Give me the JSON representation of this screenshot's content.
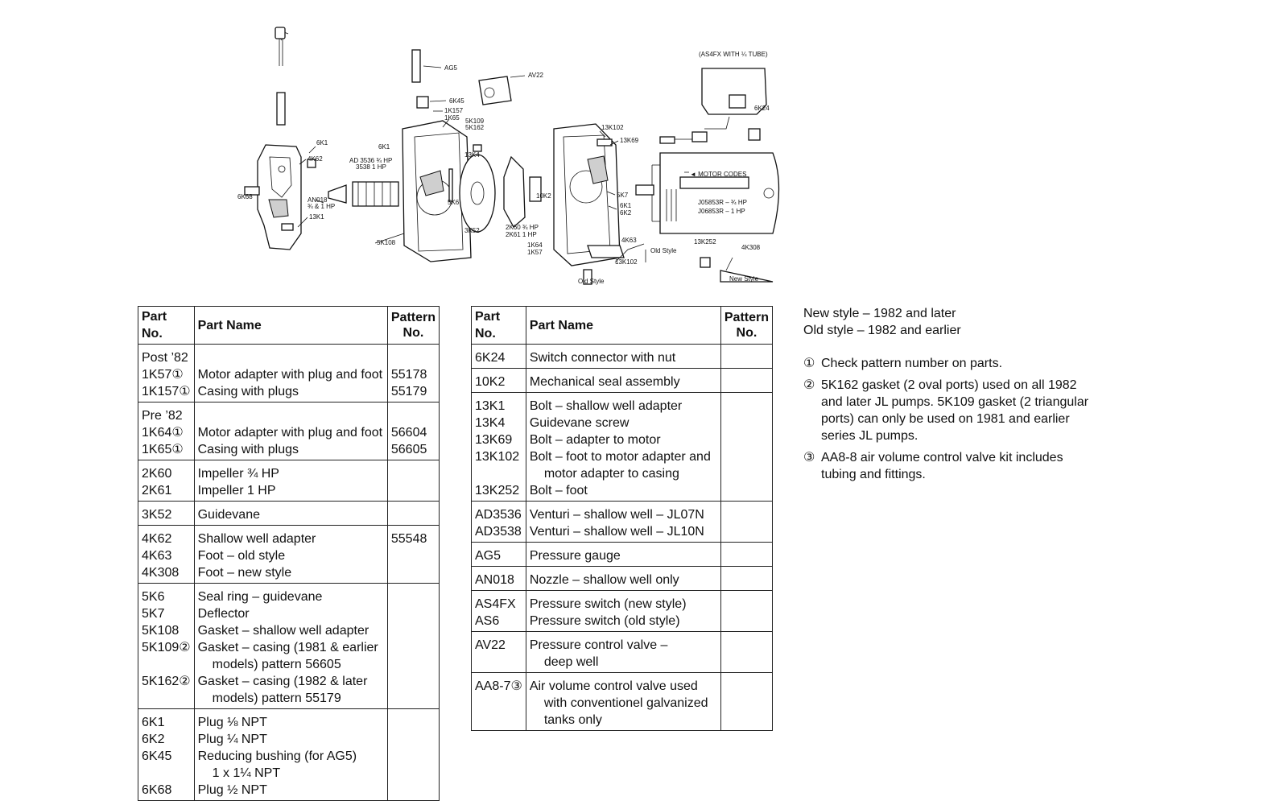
{
  "diagram": {
    "labels": {
      "as4fx": "(AS4FX WITH ¼ TUBE)",
      "ag5": "AG5",
      "av22": "AV22",
      "k6_45": "6K45",
      "k1_157": "1K157",
      "k1_65": "1K65",
      "k5_109": "5K109",
      "k5_162": "5K162",
      "k6_24": "6K24",
      "k13_102a": "13K102",
      "k13_69": "13K69",
      "k6_1a": "6K1",
      "k4_62": "4K62",
      "ad3536": "AD 3536 ¾ HP",
      "ad3538": "3538 1 HP",
      "k6_1b": "6K1",
      "k13_4": "13K4",
      "motor_codes": "◄ MOTOR CODES",
      "k6_68": "6K68",
      "an018": "AN018",
      "an018b": "¾ & 1 HP",
      "k5_6": "5K6",
      "k10_2": "10K2",
      "k5_7": "5K7",
      "j05": "J05853R – ¾ HP",
      "j06": "J06853R – 1 HP",
      "k6_1c": "6K1",
      "k6_2": "6K2",
      "k13_1": "13K1",
      "k2_60": "2K60 ¾ HP",
      "k2_61": "2K61 1 HP",
      "k3_52": "3K52",
      "k5_108": "5K108",
      "k1_64": "1K64",
      "k1_57": "1K57",
      "k4_63": "4K63",
      "old_style_a": "Old Style",
      "k13_102b": "13K102",
      "k13_252": "13K252",
      "k4_308": "4K308",
      "old_style_b": "Old Style",
      "new_style": "New Style"
    }
  },
  "table_left": {
    "headers": {
      "part_no": "Part No.",
      "part_name": "Part Name",
      "pattern_1": "Pattern",
      "pattern_2": "No."
    },
    "groups": [
      {
        "rows": [
          {
            "no": "Post ’82",
            "name": "",
            "pattern": ""
          },
          {
            "no": "1K57①",
            "name": "Motor adapter with plug and foot",
            "pattern": "55178"
          },
          {
            "no": "1K157①",
            "name": "Casing with plugs",
            "pattern": "55179"
          }
        ]
      },
      {
        "rows": [
          {
            "no": "Pre ’82",
            "name": "",
            "pattern": ""
          },
          {
            "no": "1K64①",
            "name": "Motor adapter with plug and foot",
            "pattern": "56604"
          },
          {
            "no": "1K65①",
            "name": "Casing with plugs",
            "pattern": "56605"
          }
        ]
      },
      {
        "rows": [
          {
            "no": "2K60",
            "name": "Impeller ¾ HP",
            "pattern": ""
          },
          {
            "no": "2K61",
            "name": "Impeller 1 HP",
            "pattern": ""
          }
        ]
      },
      {
        "rows": [
          {
            "no": "3K52",
            "name": "Guidevane",
            "pattern": ""
          }
        ]
      },
      {
        "rows": [
          {
            "no": "4K62",
            "name": "Shallow well adapter",
            "pattern": "55548"
          },
          {
            "no": "4K63",
            "name": "Foot – old style",
            "pattern": ""
          },
          {
            "no": "4K308",
            "name": "Foot – new style",
            "pattern": ""
          }
        ]
      },
      {
        "rows": [
          {
            "no": "5K6",
            "name": "Seal ring – guidevane",
            "pattern": ""
          },
          {
            "no": "5K7",
            "name": "Deflector",
            "pattern": ""
          },
          {
            "no": "5K108",
            "name": "Gasket – shallow well adapter",
            "pattern": ""
          },
          {
            "no": "5K109②",
            "name": "Gasket – casing (1981 & earlier",
            "pattern": ""
          },
          {
            "no": "",
            "name": "models) pattern 56605",
            "pattern": "",
            "indent": true
          },
          {
            "no": "5K162②",
            "name": "Gasket – casing (1982 & later",
            "pattern": ""
          },
          {
            "no": "",
            "name": "models) pattern 55179",
            "pattern": "",
            "indent": true
          }
        ]
      },
      {
        "rows": [
          {
            "no": "6K1",
            "name": "Plug ⅛ NPT",
            "pattern": ""
          },
          {
            "no": "6K2",
            "name": "Plug ¼ NPT",
            "pattern": ""
          },
          {
            "no": "6K45",
            "name": "Reducing bushing (for AG5)",
            "pattern": ""
          },
          {
            "no": "",
            "name": "1 x 1¼ NPT",
            "pattern": "",
            "indent": true
          },
          {
            "no": "6K68",
            "name": "Plug ½ NPT",
            "pattern": ""
          }
        ]
      }
    ]
  },
  "table_right": {
    "headers": {
      "part_no": "Part No.",
      "part_name": "Part Name",
      "pattern_1": "Pattern",
      "pattern_2": "No."
    },
    "groups": [
      {
        "rows": [
          {
            "no": "6K24",
            "name": "Switch connector with nut",
            "pattern": ""
          }
        ]
      },
      {
        "rows": [
          {
            "no": "10K2",
            "name": "Mechanical seal assembly",
            "pattern": ""
          }
        ]
      },
      {
        "rows": [
          {
            "no": "13K1",
            "name": "Bolt – shallow well adapter",
            "pattern": ""
          },
          {
            "no": "13K4",
            "name": "Guidevane screw",
            "pattern": ""
          },
          {
            "no": "13K69",
            "name": "Bolt – adapter to motor",
            "pattern": ""
          },
          {
            "no": "13K102",
            "name": "Bolt – foot to motor adapter and",
            "pattern": ""
          },
          {
            "no": "",
            "name": "motor adapter to casing",
            "pattern": "",
            "indent": true
          },
          {
            "no": "13K252",
            "name": "Bolt – foot",
            "pattern": ""
          }
        ]
      },
      {
        "rows": [
          {
            "no": "AD3536",
            "name": "Venturi – shallow well – JL07N",
            "pattern": ""
          },
          {
            "no": "AD3538",
            "name": "Venturi – shallow well – JL10N",
            "pattern": ""
          }
        ]
      },
      {
        "rows": [
          {
            "no": "AG5",
            "name": "Pressure gauge",
            "pattern": ""
          }
        ]
      },
      {
        "rows": [
          {
            "no": "AN018",
            "name": "Nozzle – shallow well only",
            "pattern": ""
          }
        ]
      },
      {
        "rows": [
          {
            "no": "AS4FX",
            "name": "Pressure switch (new style)",
            "pattern": ""
          },
          {
            "no": "AS6",
            "name": "Pressure switch (old style)",
            "pattern": ""
          }
        ]
      },
      {
        "rows": [
          {
            "no": "AV22",
            "name": "Pressure control valve –",
            "pattern": ""
          },
          {
            "no": "",
            "name": "deep well",
            "pattern": "",
            "indent": true
          }
        ]
      },
      {
        "rows": [
          {
            "no": "AA8-7③",
            "name": "Air volume control valve used",
            "pattern": ""
          },
          {
            "no": "",
            "name": "with conventionel galvanized",
            "pattern": "",
            "indent": true
          },
          {
            "no": "",
            "name": "tanks only",
            "pattern": "",
            "indent": true
          }
        ]
      }
    ]
  },
  "notes": {
    "new_style": "New style – 1982 and later",
    "old_style": "Old style – 1982 and earlier",
    "items": [
      {
        "mark": "①",
        "lines": [
          "Check pattern number on parts."
        ]
      },
      {
        "mark": "②",
        "lines": [
          "5K162 gasket (2 oval ports) used on all 1982",
          "and later JL pumps. 5K109 gasket (2 triangular",
          "ports) can only be used on 1981 and earlier",
          "series JL pumps."
        ]
      },
      {
        "mark": "③",
        "lines": [
          "AA8-8 air volume control valve kit includes",
          "tubing and fittings."
        ]
      }
    ]
  }
}
